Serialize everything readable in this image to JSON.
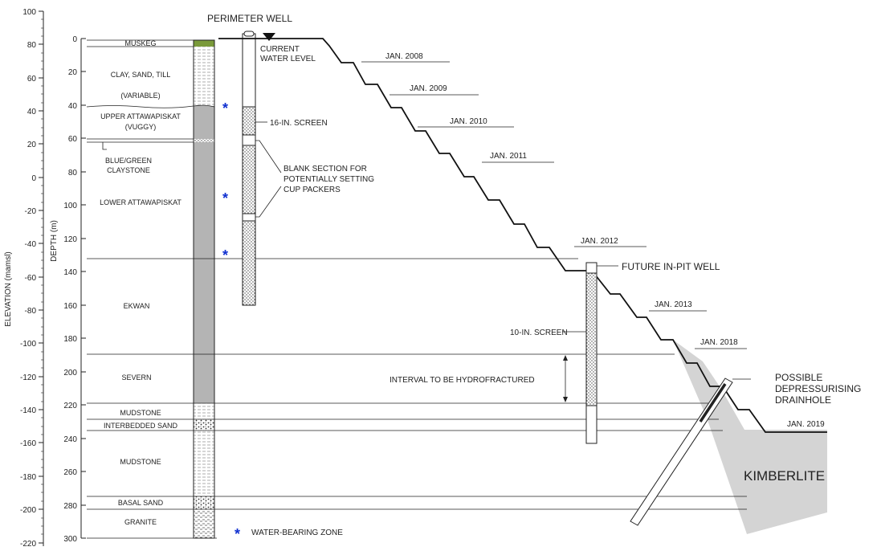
{
  "elevation_axis": {
    "label": "ELEVATION (mamsl)",
    "ticks": [
      "100",
      "80",
      "60",
      "40",
      "20",
      "0",
      "-20",
      "-40",
      "-60",
      "-80",
      "-100",
      "-120",
      "-140",
      "-160",
      "-180",
      "-200",
      "-220"
    ]
  },
  "depth_axis": {
    "label": "DEPTH (m)",
    "ticks": [
      "0",
      "20",
      "40",
      "60",
      "80",
      "100",
      "120",
      "140",
      "160",
      "180",
      "200",
      "220",
      "240",
      "260",
      "280",
      "300"
    ]
  },
  "layers": {
    "muskeg": "MUSKEG",
    "clay": "CLAY, SAND, TILL",
    "variable": "(VARIABLE)",
    "upper_attawapiskat": "UPPER ATTAWAPISKAT",
    "vuggy": "(VUGGY)",
    "blue_green": "BLUE/GREEN",
    "claystone": "CLAYSTONE",
    "lower_attawapiskat": "LOWER ATTAWAPISKAT",
    "ekwan": "EKWAN",
    "severn": "SEVERN",
    "mudstone1": "MUDSTONE",
    "interbedded_sand": "INTERBEDDED SAND",
    "mudstone2": "MUDSTONE",
    "basal_sand": "BASAL SAND",
    "granite": "GRANITE"
  },
  "annotations": {
    "perimeter_well": "PERIMETER WELL",
    "current_water_level_1": "CURRENT",
    "current_water_level_2": "WATER LEVEL",
    "screen_16": "16-IN. SCREEN",
    "blank_section_1": "BLANK SECTION FOR",
    "blank_section_2": "POTENTIALLY SETTING",
    "blank_section_3": "CUP PACKERS",
    "future_inpit_well": "FUTURE IN-PIT WELL",
    "screen_10": "10-IN. SCREEN",
    "hydrofractured": "INTERVAL TO BE HYDROFRACTURED",
    "drainhole_1": "POSSIBLE",
    "drainhole_2": "DEPRESSURISING",
    "drainhole_3": "DRAINHOLE",
    "kimberlite": "KIMBERLITE",
    "water_bearing_zone": "WATER-BEARING ZONE",
    "star": "*"
  },
  "pit_stages": [
    "JAN. 2008",
    "JAN. 2009",
    "JAN. 2010",
    "JAN. 2011",
    "JAN. 2012",
    "JAN. 2013",
    "JAN. 2018",
    "JAN. 2019"
  ],
  "colors": {
    "muskeg": "#7a9a3a",
    "formation_grey": "#b4b4b4",
    "kimberlite": "#d4d4d4",
    "water_star": "#1030d0"
  }
}
